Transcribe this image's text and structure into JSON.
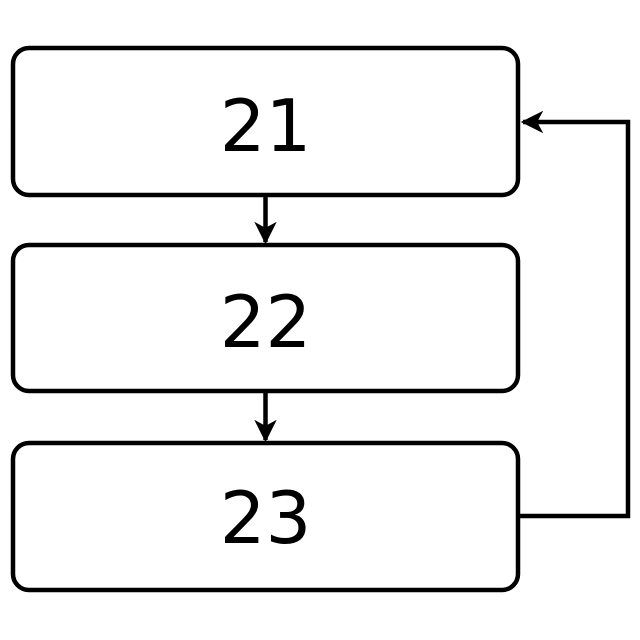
{
  "diagram": {
    "type": "flowchart",
    "background_color": "#ffffff",
    "line_color": "#000000",
    "node_fill_color": "#ffffff",
    "nodes": [
      {
        "id": "21",
        "label": "21"
      },
      {
        "id": "22",
        "label": "22"
      },
      {
        "id": "23",
        "label": "23"
      }
    ],
    "edges": [
      {
        "from": "21",
        "to": "22",
        "style": "straight-down-arrow"
      },
      {
        "from": "22",
        "to": "23",
        "style": "straight-down-arrow"
      },
      {
        "from": "23",
        "to": "21",
        "style": "right-side-feedback-arrow"
      }
    ]
  }
}
